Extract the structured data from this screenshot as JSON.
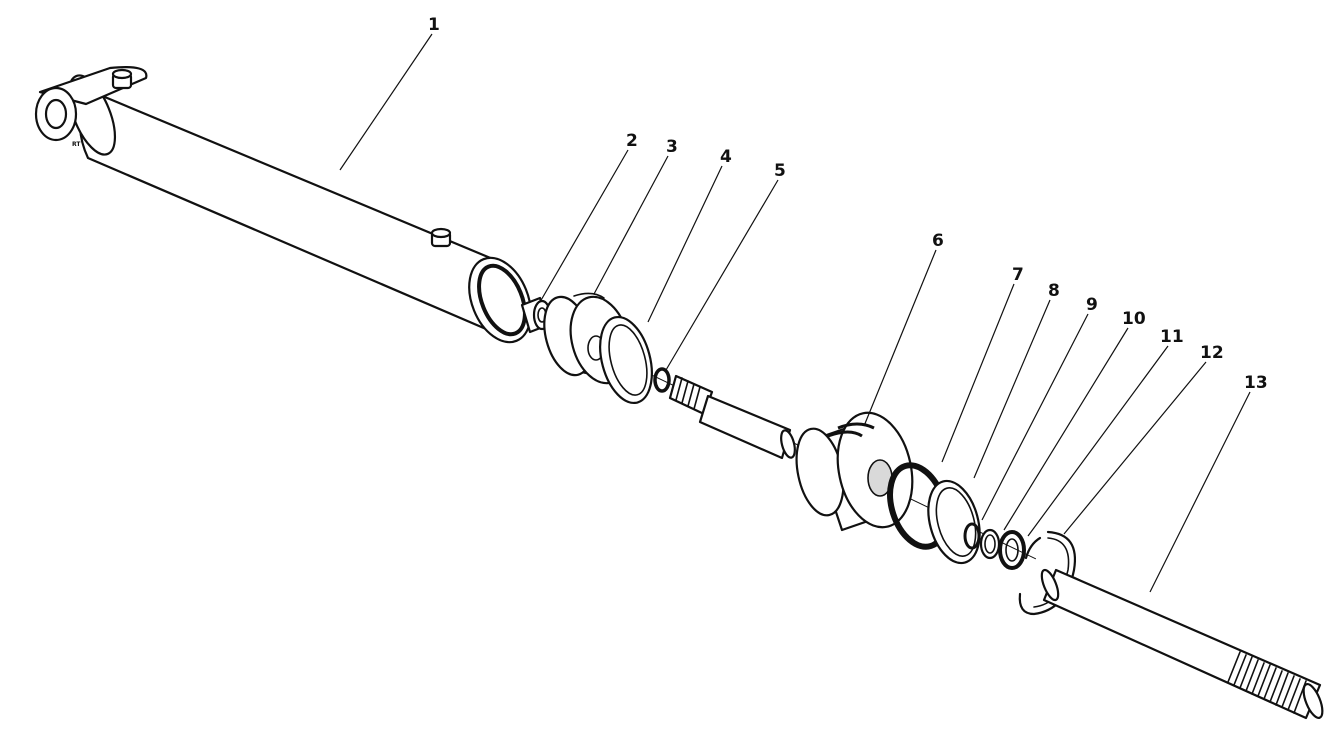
{
  "diagram": {
    "callouts": [
      {
        "id": "1",
        "label": "1"
      },
      {
        "id": "2",
        "label": "2"
      },
      {
        "id": "3",
        "label": "3"
      },
      {
        "id": "4",
        "label": "4"
      },
      {
        "id": "5",
        "label": "5"
      },
      {
        "id": "6",
        "label": "6"
      },
      {
        "id": "7",
        "label": "7"
      },
      {
        "id": "8",
        "label": "8"
      },
      {
        "id": "9",
        "label": "9"
      },
      {
        "id": "10",
        "label": "10"
      },
      {
        "id": "11",
        "label": "11"
      },
      {
        "id": "12",
        "label": "12"
      },
      {
        "id": "13",
        "label": "13"
      }
    ],
    "cylinder_marking": "RT"
  }
}
